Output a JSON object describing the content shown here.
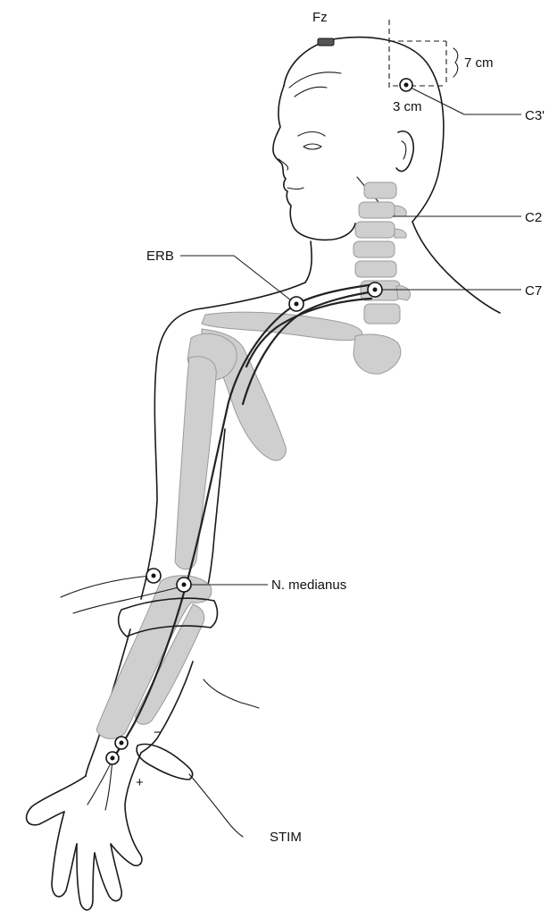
{
  "labels": {
    "fz": "Fz",
    "dist_7cm": "7 cm",
    "dist_3cm": "3 cm",
    "c3": "C3'",
    "c2": "C2",
    "c7": "C7",
    "erb": "ERB",
    "median": "N. medianus",
    "stim": "STIM",
    "plus": "+",
    "minus": "−"
  },
  "colors": {
    "bone": "#cfcfcf",
    "ink": "#1a1a1a"
  }
}
